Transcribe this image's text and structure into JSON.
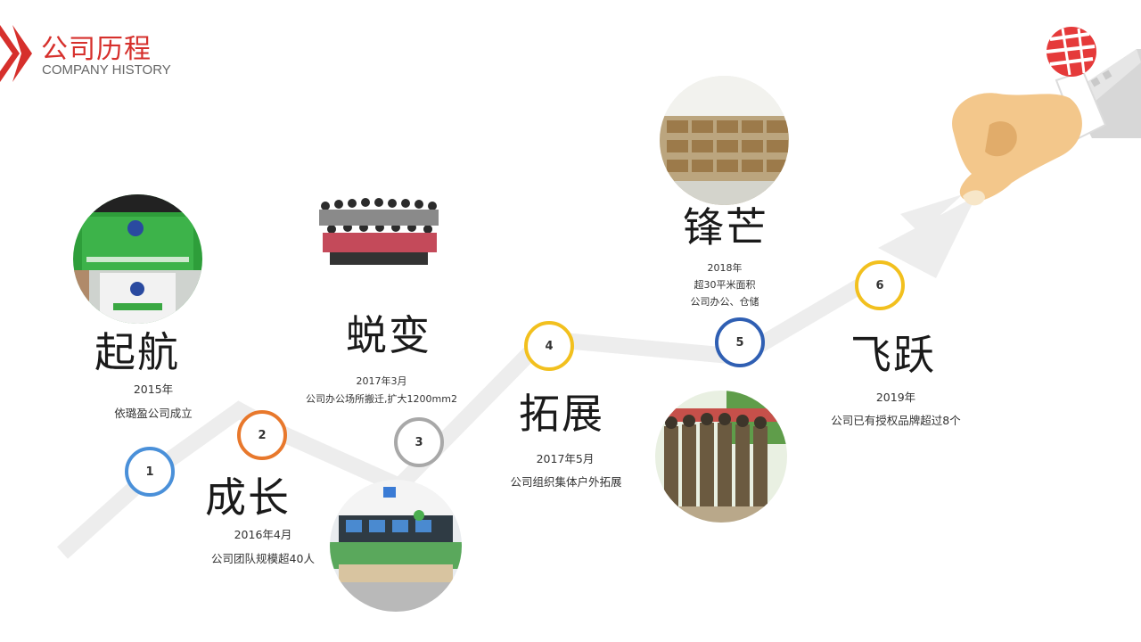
{
  "header": {
    "title": "公司历程",
    "subtitle": "COMPANY HISTORY"
  },
  "colors": {
    "accent": "#d6302c",
    "blue": "#4a90d9",
    "orange": "#e8782c",
    "gray": "#a8a8a8",
    "yellow": "#f2c01e",
    "navy": "#2f5fb3",
    "arrow": "#ededed"
  },
  "milestones": [
    {
      "number": "1",
      "title": "起航",
      "date": "2015年",
      "desc": "依璐盈公司成立",
      "color": "blue"
    },
    {
      "number": "2",
      "title": "成长",
      "date": "2016年4月",
      "desc": "公司团队规模超40人",
      "color": "orange"
    },
    {
      "number": "3",
      "title": "蜕变",
      "date": "2017年3月",
      "desc": "公司办公场所搬迁,扩大1200mm2",
      "color": "gray"
    },
    {
      "number": "4",
      "title": "拓展",
      "date": "2017年5月",
      "desc": "公司组织集体户外拓展",
      "color": "yellow"
    },
    {
      "number": "5",
      "title": "锋芒",
      "date": "2018年",
      "desc1": "超30平米面积",
      "desc2": "公司办公、仓储",
      "color": "navy"
    },
    {
      "number": "6",
      "title": "飞跃",
      "date": "2019年",
      "desc": "公司已有授权品牌超过8个",
      "color": "yellow"
    }
  ],
  "photos": [
    {
      "name": "office-reception-photo"
    },
    {
      "name": "team-group-photo"
    },
    {
      "name": "office-workspace-photo"
    },
    {
      "name": "warehouse-photo"
    },
    {
      "name": "outdoor-training-photo"
    }
  ]
}
